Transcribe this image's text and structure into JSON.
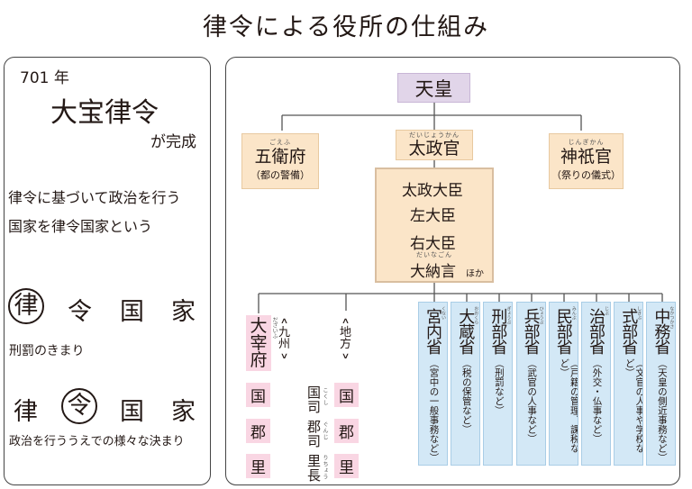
{
  "title": "律令による役所の仕組み",
  "left": {
    "year": "701 年",
    "law_name": "大宝律令",
    "completed": "が完成",
    "desc1": "律令に基づいて政治を行う",
    "desc2": "国家を律令国家という",
    "row1": [
      "律",
      "令",
      "国",
      "家"
    ],
    "row1_caption": "刑罰のきまり",
    "row2": [
      "律",
      "令",
      "国",
      "家"
    ],
    "row2_caption": "政治を行ううえでの様々な決まり"
  },
  "chart": {
    "tenno": "天皇",
    "goeifu": {
      "ruby": "ごえふ",
      "name": "五衛府",
      "note": "（都の警備）"
    },
    "dajokan": {
      "ruby": "だいじょうかん",
      "name": "太政官"
    },
    "jingikan": {
      "ruby": "じんぎかん",
      "name": "神祇官",
      "note": "（祭りの儀式）"
    },
    "ministers": [
      "太政大臣",
      "左大臣",
      "右大臣",
      "大納言"
    ],
    "dainagon_ruby": "だいなごん",
    "hoka": "ほか",
    "dazaifu": {
      "ruby": "だざいふ",
      "name": "大宰府",
      "region": "九州"
    },
    "chiho": "地方",
    "kyushu_units": [
      "国",
      "郡",
      "里"
    ],
    "local_units": [
      "国",
      "郡",
      "里"
    ],
    "officials": [
      {
        "name": "国司",
        "ruby": "こくし"
      },
      {
        "name": "郡司",
        "ruby": "ぐんじ"
      },
      {
        "name": "里長",
        "ruby": "りちょう"
      }
    ],
    "ministries": [
      {
        "name": "宮内省",
        "ruby": "くない",
        "duty": "宮中の一般事務など"
      },
      {
        "name": "大蔵省",
        "ruby": "おおくら",
        "duty": "税の保管など"
      },
      {
        "name": "刑部省",
        "ruby": "ぎょうぶ",
        "duty": "刑罰など"
      },
      {
        "name": "兵部省",
        "ruby": "ひょうぶ",
        "duty": "武官の人事など"
      },
      {
        "name": "民部省",
        "ruby": "みんぶ",
        "duty": "戸籍の管理、課税など"
      },
      {
        "name": "治部省",
        "ruby": "じぶ",
        "duty": "外交・仏事など"
      },
      {
        "name": "式部省",
        "ruby": "しきぶ",
        "duty": "文官の人事や学校など"
      },
      {
        "name": "中務省",
        "ruby": "なかつかさ",
        "duty": "天皇の側近事務など"
      }
    ]
  }
}
